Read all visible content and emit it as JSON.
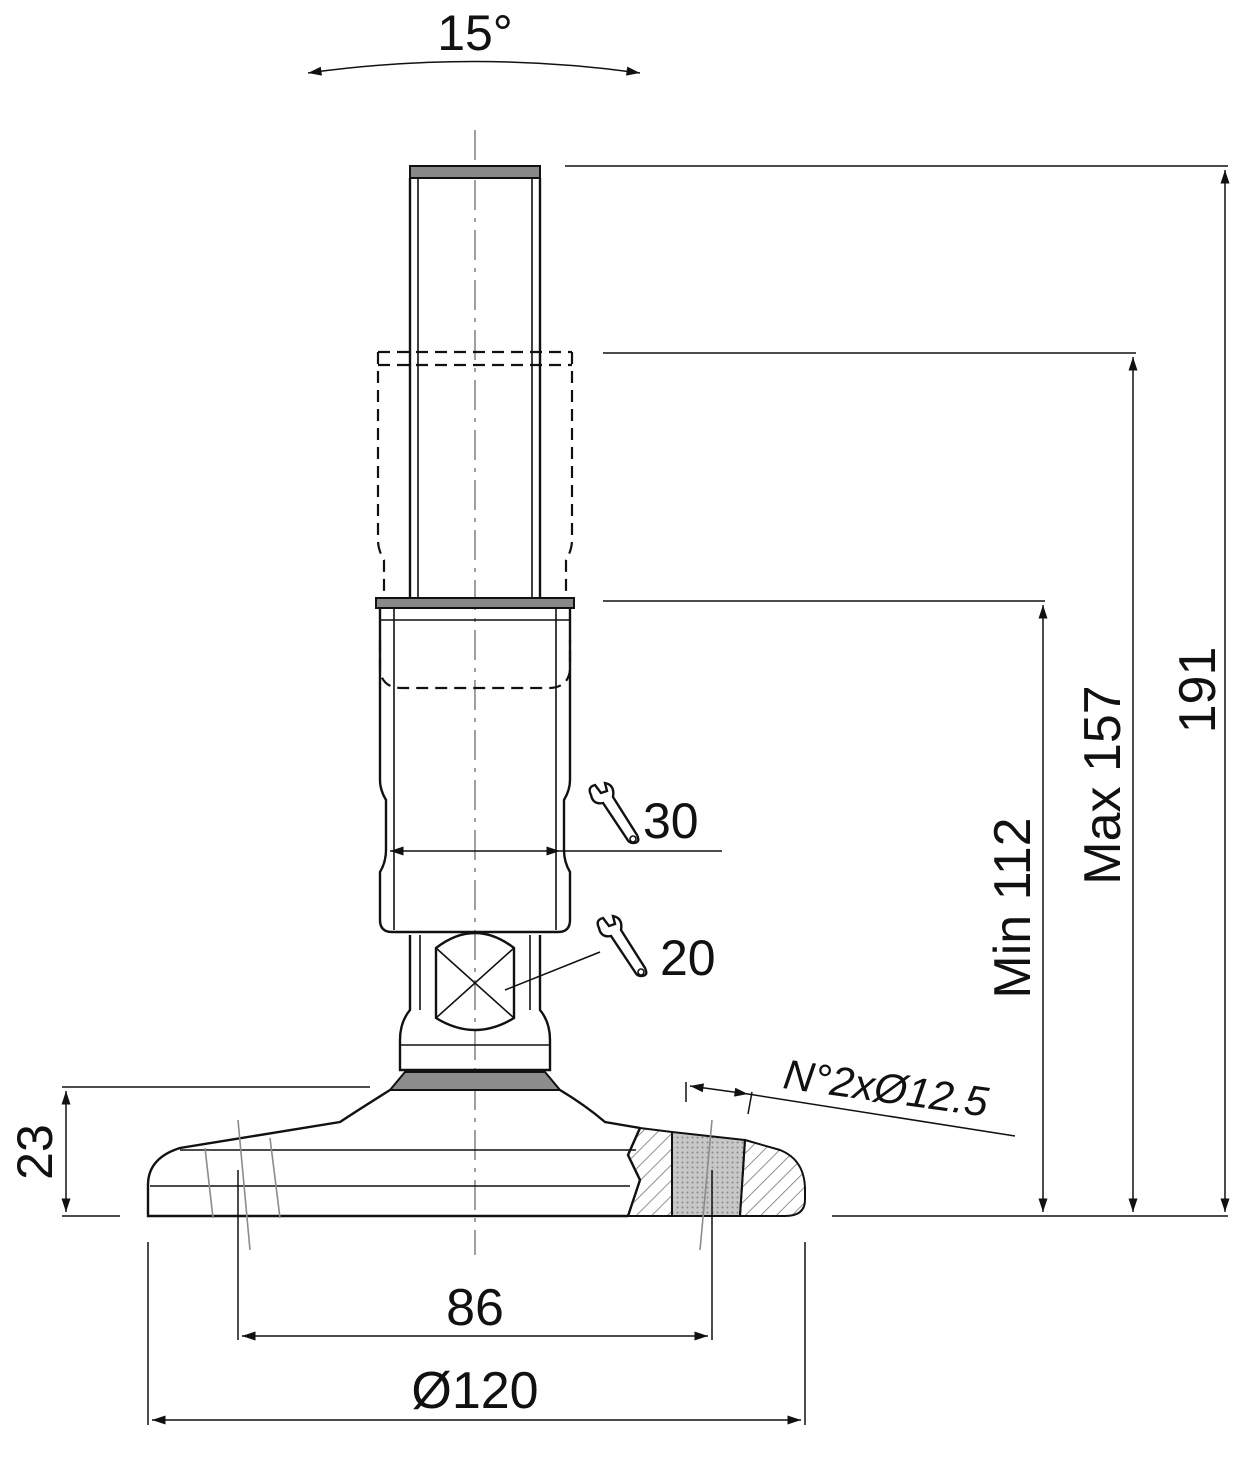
{
  "dimensions": {
    "tilt_angle": "15°",
    "overall_height": "191",
    "max_height": "Max 157",
    "min_height": "Min 112",
    "base_height": "23",
    "hole_spacing": "86",
    "base_diameter": "Ø120",
    "holes_note": "N°2xØ12.5"
  },
  "tools": {
    "wrench_large_size": "30",
    "wrench_small_size": "20"
  },
  "icons": {
    "wrench": "wrench-icon"
  },
  "colors": {
    "line": "#111111",
    "center_axis": "#888888",
    "rubber_pad": "#8c8c8c",
    "hatch": "#777777",
    "bolt_hole_fill": "#c8c8c8"
  }
}
